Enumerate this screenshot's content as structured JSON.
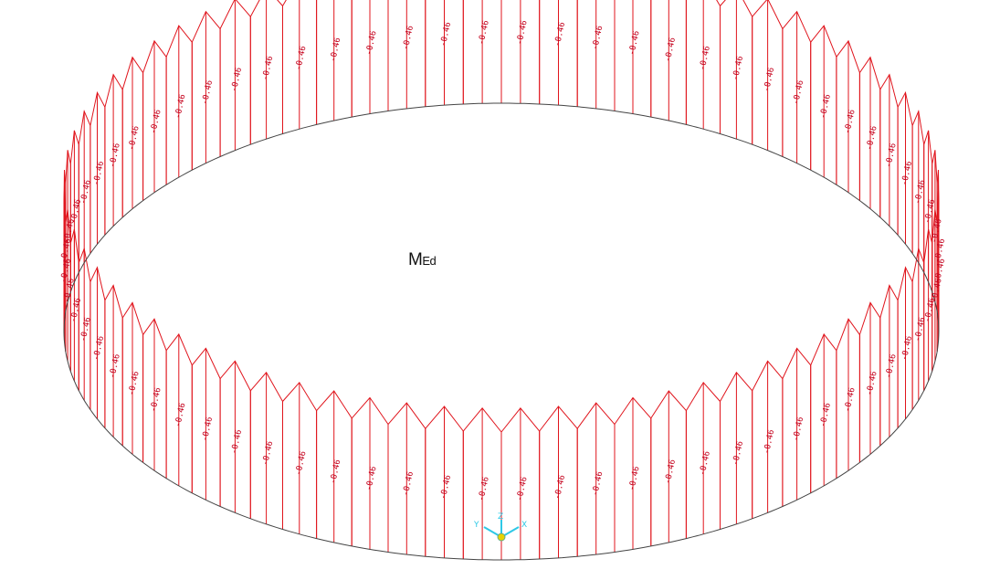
{
  "diagram": {
    "title_main": "M",
    "title_sub": "Ed",
    "value_label": "-0.46",
    "segment_count": 72
  },
  "axes": {
    "x_label": "X",
    "y_label": "Y",
    "z_label": "Z"
  },
  "colors": {
    "diagram_line": "#e0141c",
    "value_text": "#c4001c",
    "base_ring": "#444444",
    "axis_glyph": "#2ec8e6",
    "axis_origin": "#e8d200"
  }
}
